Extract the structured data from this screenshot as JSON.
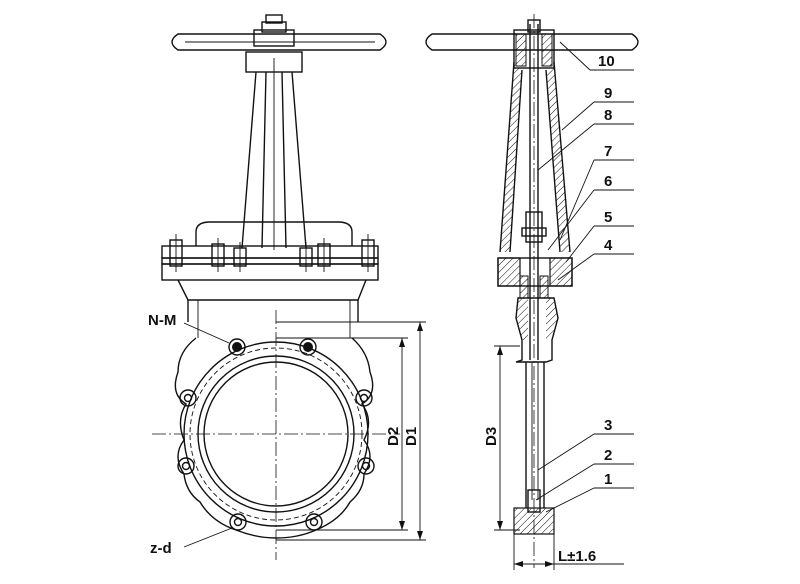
{
  "labels": {
    "nm": "N-M",
    "zd": "z-d",
    "d2": "D2",
    "d1": "D1",
    "d3": "D3",
    "l": "L±1.6"
  },
  "part_numbers": [
    "10",
    "9",
    "8",
    "7",
    "6",
    "5",
    "4",
    "3",
    "2",
    "1"
  ]
}
